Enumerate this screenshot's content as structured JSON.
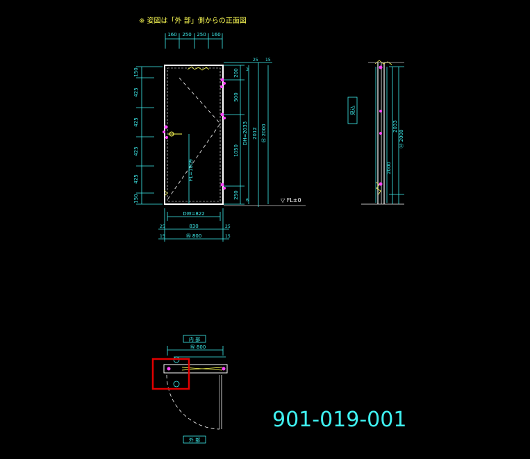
{
  "note": "※ 姿図は「外 部」側からの正面図",
  "top_dims": [
    "160",
    "250",
    "250",
    "160"
  ],
  "left_dims": [
    "150",
    "425",
    "425",
    "425",
    "425",
    "150"
  ],
  "right_dims_a": [
    "200",
    "500",
    "1050",
    "250"
  ],
  "right_small": [
    "3",
    "6"
  ],
  "right_top": [
    "25",
    "15"
  ],
  "dh_label": "DH=2033",
  "total_label": "2012",
  "overall_label": "Ⓗ 2000",
  "fl_label": "▽ FL±0",
  "handle_label": "FL=1009",
  "bottom_dims": {
    "dw": "DW=822",
    "inner": "830",
    "w": "Ⓦ 800",
    "side_a": "25",
    "side_b": "15"
  },
  "side_view": {
    "tag": "見込",
    "label_2000": "2000",
    "label_2033": "2033",
    "label_h": "Ⓗ 2000"
  },
  "plan": {
    "inside": "内 部",
    "outside": "外 部",
    "w": "Ⓦ 800"
  },
  "drawing_no": "901-019-001",
  "highlight_color": "#e00000"
}
